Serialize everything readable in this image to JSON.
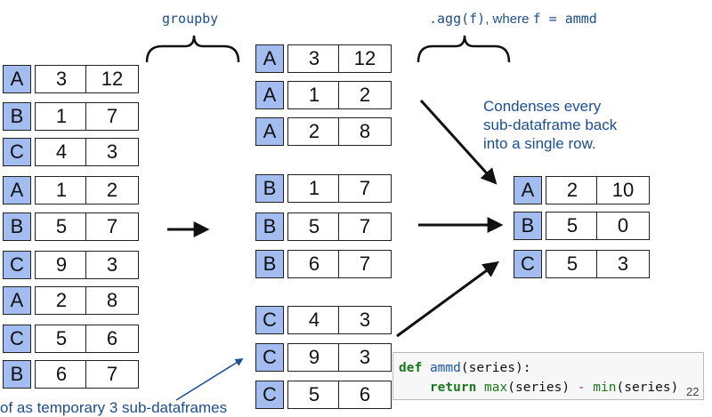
{
  "labels": {
    "groupby": "groupby",
    "agg_code": ".agg(f)",
    "agg_where": ", where ",
    "agg_f": "f = ammd",
    "condenses": "Condenses every\nsub-dataframe back\ninto a single row.",
    "bottom_note": "of as temporary 3 sub-dataframes",
    "page_number": "22"
  },
  "tables": {
    "input": [
      [
        "A",
        "3",
        "12"
      ],
      [
        "B",
        "1",
        "7"
      ],
      [
        "C",
        "4",
        "3"
      ],
      [
        "A",
        "1",
        "2"
      ],
      [
        "B",
        "5",
        "7"
      ],
      [
        "C",
        "9",
        "3"
      ],
      [
        "A",
        "2",
        "8"
      ],
      [
        "C",
        "5",
        "6"
      ],
      [
        "B",
        "6",
        "7"
      ]
    ],
    "group_a": [
      [
        "A",
        "3",
        "12"
      ],
      [
        "A",
        "1",
        "2"
      ],
      [
        "A",
        "2",
        "8"
      ]
    ],
    "group_b": [
      [
        "B",
        "1",
        "7"
      ],
      [
        "B",
        "5",
        "7"
      ],
      [
        "B",
        "6",
        "7"
      ]
    ],
    "group_c": [
      [
        "C",
        "4",
        "3"
      ],
      [
        "C",
        "9",
        "3"
      ],
      [
        "C",
        "5",
        "6"
      ]
    ],
    "result": [
      [
        "A",
        "2",
        "10"
      ],
      [
        "B",
        "5",
        "0"
      ],
      [
        "C",
        "5",
        "3"
      ]
    ]
  },
  "code": {
    "line1": {
      "kw": "def",
      "name": "ammd",
      "params": "(series):"
    },
    "line2": {
      "kw": "return",
      "f1": "max",
      "a1": "(series)",
      "op": "-",
      "f2": "min",
      "a2": "(series)"
    }
  },
  "colors": {
    "key_cell": "#a4bdf0",
    "label_text": "#1d4e8f",
    "code_keyword": "#1a7a1a",
    "code_function": "#1a56a8"
  }
}
